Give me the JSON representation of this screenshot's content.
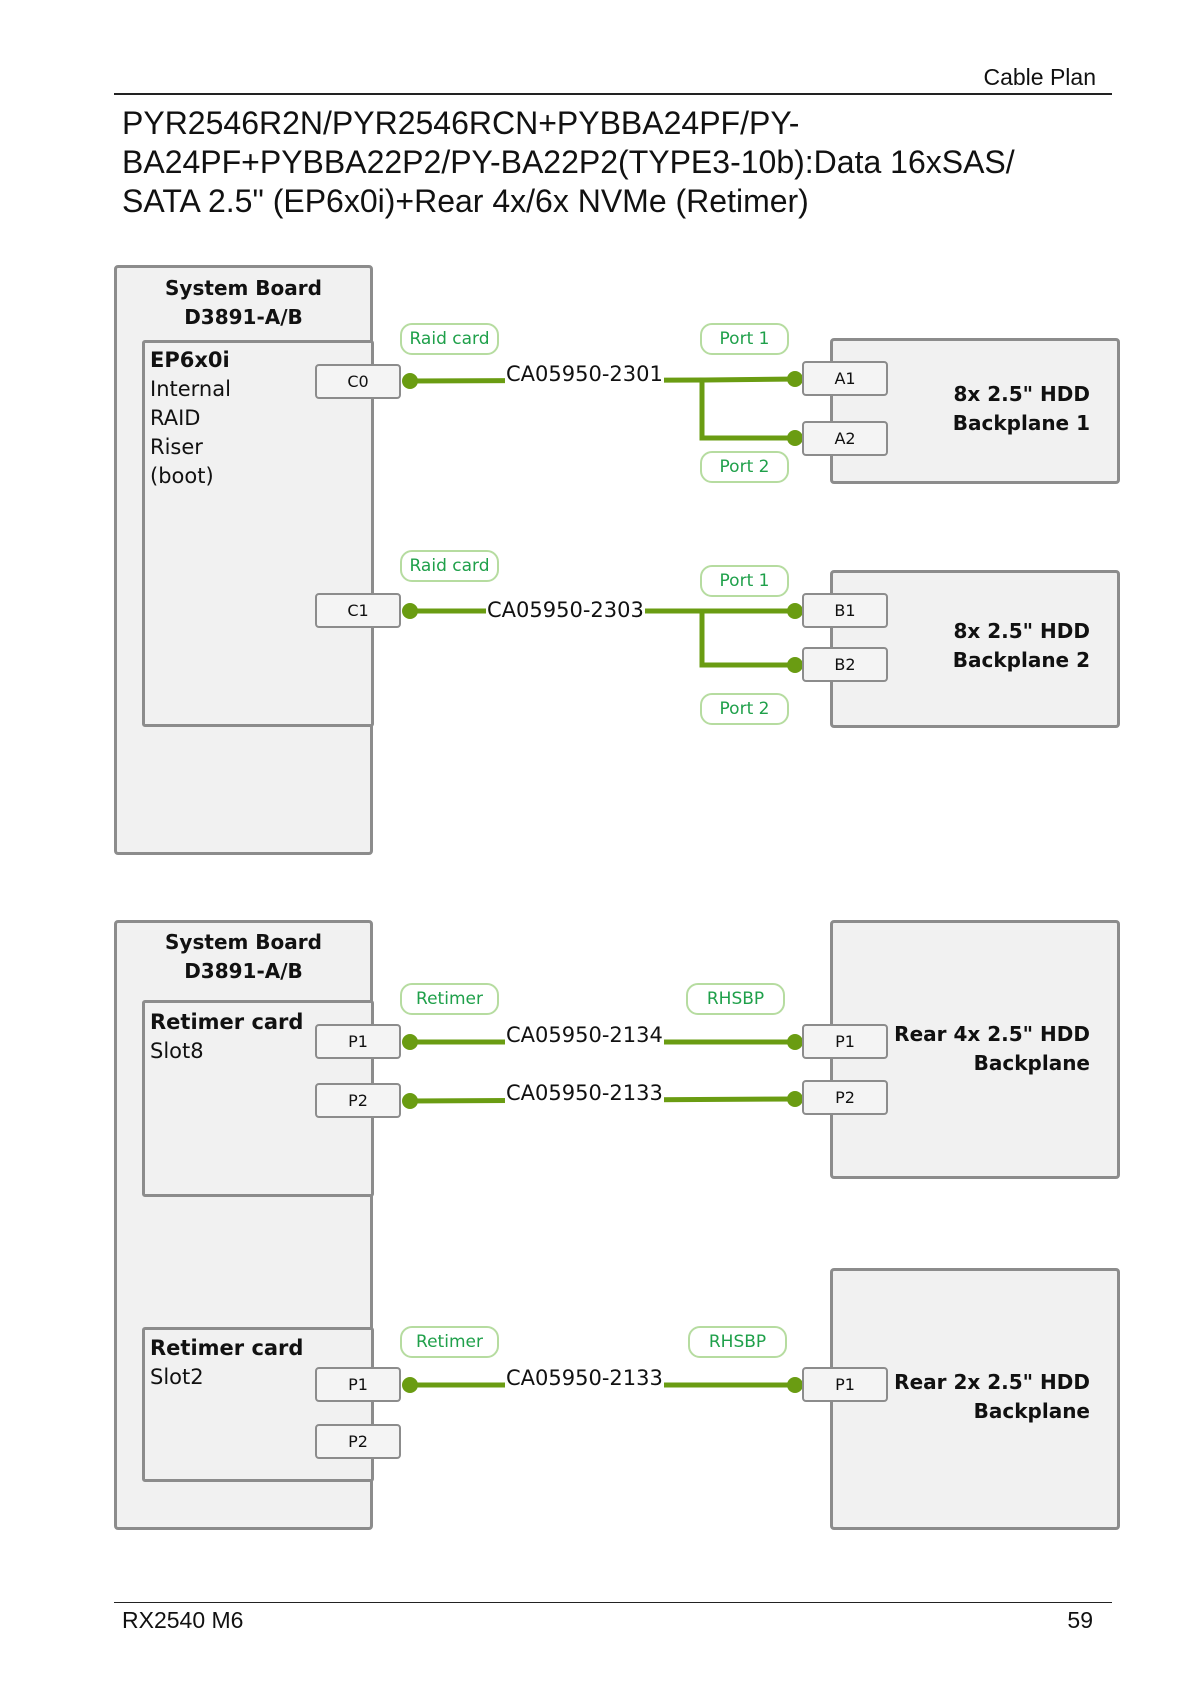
{
  "header": {
    "section": "Cable Plan"
  },
  "title": "PYR2546R2N/PYR2546RCN+PYBBA24PF/PY-BA24PF+PYBBA22P2/PY-BA22P2(TYPE3-10b):Data 16xSAS/ SATA 2.5\" (EP6x0i)+Rear 4x/6x NVMe (Retimer)",
  "diagram1": {
    "system_board": {
      "line1": "System Board",
      "line2": "D3891-A/B"
    },
    "controller": {
      "name": "EP6x0i",
      "lines": [
        "Internal",
        "RAID",
        "Riser",
        "(boot)"
      ]
    },
    "ports": {
      "c0": "C0",
      "c1": "C1",
      "a1": "A1",
      "a2": "A2",
      "b1": "B1",
      "b2": "B2"
    },
    "pills": {
      "raid1": "Raid card",
      "raid2": "Raid card",
      "port1a": "Port 1",
      "port2a": "Port 2",
      "port1b": "Port 1",
      "port2b": "Port 2"
    },
    "cables": {
      "c1": "CA05950-2301",
      "c2": "CA05950-2303"
    },
    "backplane1": {
      "line1": "8x 2.5\" HDD",
      "line2": "Backplane 1"
    },
    "backplane2": {
      "line1": "8x 2.5\" HDD",
      "line2": "Backplane 2"
    }
  },
  "diagram2": {
    "system_board": {
      "line1": "System Board",
      "line2": "D3891-A/B"
    },
    "retimer1": {
      "name": "Retimer card",
      "slot": "Slot8"
    },
    "retimer2": {
      "name": "Retimer card",
      "slot": "Slot2"
    },
    "ports": {
      "r1p1": "P1",
      "r1p2": "P2",
      "r2p1": "P1",
      "r2p2": "P2",
      "bp1p1": "P1",
      "bp1p2": "P2",
      "bp2p1": "P1"
    },
    "pills": {
      "ret1": "Retimer",
      "rhs1": "RHSBP",
      "ret2": "Retimer",
      "rhs2": "RHSBP"
    },
    "cables": {
      "c1": "CA05950-2134",
      "c2": "CA05950-2133",
      "c3": "CA05950-2133"
    },
    "backplane1": {
      "line1": "Rear 4x 2.5\" HDD",
      "line2": "Backplane"
    },
    "backplane2": {
      "line1": "Rear 2x 2.5\" HDD",
      "line2": "Backplane"
    }
  },
  "colors": {
    "cable": "#6a9c12",
    "pill_text": "#1fa04a",
    "box_fill": "#f1f1f1",
    "box_border": "#8c8c8c"
  },
  "footer": {
    "model": "RX2540 M6",
    "page": "59"
  }
}
